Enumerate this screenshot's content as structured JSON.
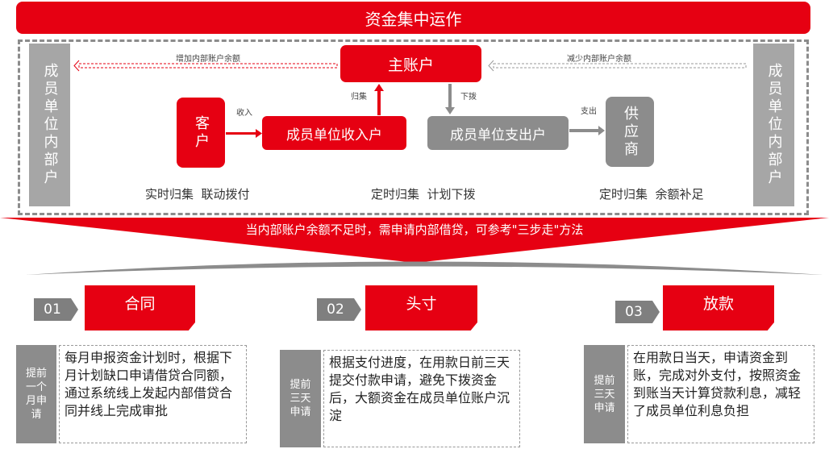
{
  "title": "资金集中运作",
  "flow": {
    "left_panel": "成员单位内部户",
    "right_panel": "成员单位内部户",
    "main_account": "主账户",
    "customer": "客户",
    "income_account": "成员单位收入户",
    "expense_account": "成员单位支出户",
    "supplier": "供应商",
    "increase_label": "增加内部账户余额",
    "decrease_label": "减少内部账户余额",
    "collect_label": "归集",
    "allocate_label": "下拨",
    "income_label": "收入",
    "expense_label": "支出",
    "caption1": "实时归集  联动拨付",
    "caption2": "定时归集  计划下拨",
    "caption3": "定时归集  余额补足"
  },
  "banner": "当内部账户余额不足时，需申请内部借贷，可参考\"三步走\"方法",
  "steps": [
    {
      "num": "01",
      "title": "合同",
      "timing": "提前一个月申请",
      "desc": "每月申报资金计划时，根据下月计划缺口申请借贷合同额，通过系统线上发起内部借贷合同并线上完成审批"
    },
    {
      "num": "02",
      "title": "头寸",
      "timing": "提前三天申请",
      "desc": "根据支付进度，在用款日前三天提交付款申请，避免下拨资金后，大额资金在成员单位账户沉淀"
    },
    {
      "num": "03",
      "title": "放款",
      "timing": "提前三天申请",
      "desc": "在用款日当天，申请资金到账，完成对外支付，按照资金到账当天计算贷款利息，减轻了成员单位利息负担"
    }
  ],
  "colors": {
    "red": "#e60012",
    "gray": "#8c8c8c"
  }
}
